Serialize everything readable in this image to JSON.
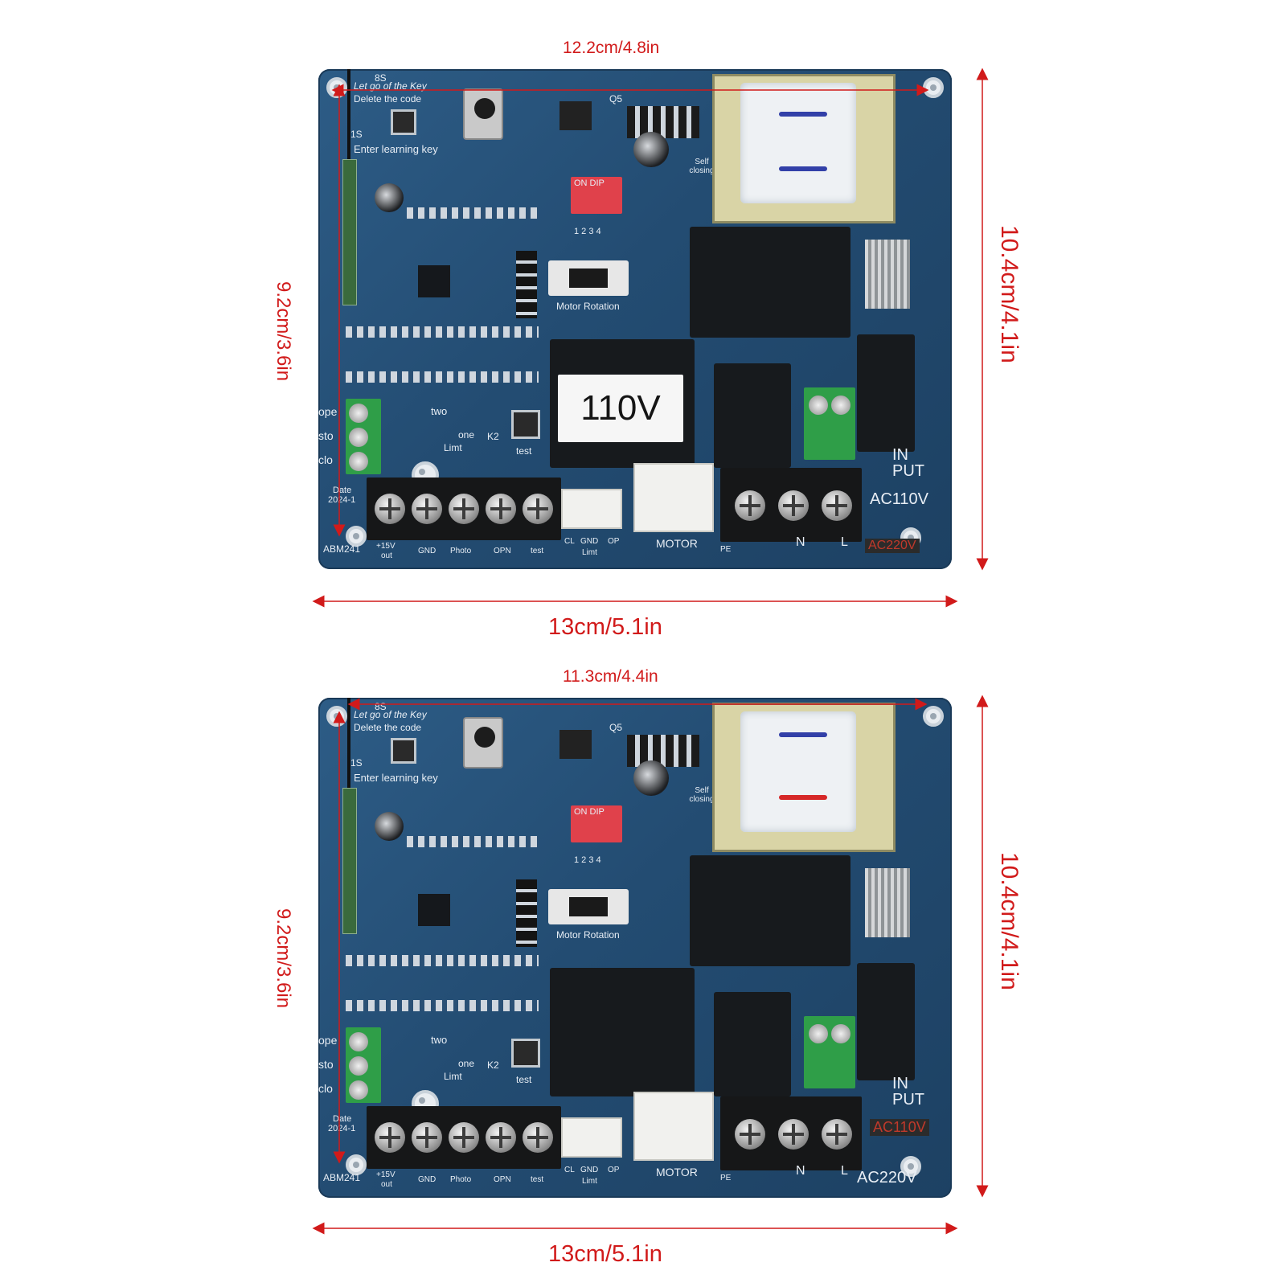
{
  "colors": {
    "dimension_red": "#d11a1a",
    "pcb_blue": "#234c72",
    "terminal_green": "#2f9e48"
  },
  "panels": [
    {
      "width_label": "12.2cm/4.8in",
      "overall_width_label": "13cm/5.1in",
      "height_label": "10.4cm/4.1in",
      "inner_height_label": "9.2cm/3.6in",
      "board": {
        "silk_8s": "8S",
        "silk_let_go": "Let go of the Key",
        "silk_delete": "Delete the code",
        "silk_1s": "1S",
        "silk_enter": "Enter learning key",
        "silk_on_dip": "ON  DIP",
        "silk_dip_numbers": "1 2 3 4",
        "silk_motor_rotation": "Motor Rotation",
        "silk_self_closing": "Self closing",
        "silk_q5": "Q5",
        "silk_open": "ope",
        "silk_stop": "sto",
        "silk_close": "clo",
        "silk_two": "two",
        "silk_one": "one",
        "silk_limt": "Limt",
        "silk_k2": "K2",
        "silk_test": "test",
        "silk_date": "Date",
        "silk_date_value": "2024-1",
        "silk_model": "ABM241",
        "silk_15v": "+15V",
        "silk_out": "out",
        "silk_gnd": "GND",
        "silk_photo": "Photo",
        "silk_opn": "OPN",
        "silk_test2": "test",
        "silk_cl": "CL",
        "silk_gnd2": "GND",
        "silk_op": "OP",
        "silk_limt2": "Limt",
        "silk_motor": "MOTOR",
        "silk_pe": "PE",
        "silk_n": "N",
        "silk_l": "L",
        "silk_input": "IN PUT",
        "silk_ac110": "AC110V",
        "silk_ac220": "AC220V",
        "voltage_sticker": "110V"
      }
    },
    {
      "width_label": "11.3cm/4.4in",
      "overall_width_label": "13cm/5.1in",
      "height_label": "10.4cm/4.1in",
      "inner_height_label": "9.2cm/3.6in",
      "board": {
        "silk_8s": "8S",
        "silk_let_go": "Let go of the Key",
        "silk_delete": "Delete the code",
        "silk_1s": "1S",
        "silk_enter": "Enter learning key",
        "silk_on_dip": "ON  DIP",
        "silk_dip_numbers": "1 2 3 4",
        "silk_motor_rotation": "Motor Rotation",
        "silk_self_closing": "Self closing",
        "silk_q5": "Q5",
        "silk_open": "ope",
        "silk_stop": "sto",
        "silk_close": "clo",
        "silk_two": "two",
        "silk_one": "one",
        "silk_limt": "Limt",
        "silk_k2": "K2",
        "silk_test": "test",
        "silk_date": "Date",
        "silk_date_value": "2024-1",
        "silk_model": "ABM241",
        "silk_15v": "+15V",
        "silk_out": "out",
        "silk_gnd": "GND",
        "silk_photo": "Photo",
        "silk_opn": "OPN",
        "silk_test2": "test",
        "silk_cl": "CL",
        "silk_gnd2": "GND",
        "silk_op": "OP",
        "silk_limt2": "Limt",
        "silk_motor": "MOTOR",
        "silk_pe": "PE",
        "silk_n": "N",
        "silk_l": "L",
        "silk_input": "IN PUT",
        "silk_ac110": "AC110V",
        "silk_ac220": "AC220V"
      }
    }
  ]
}
